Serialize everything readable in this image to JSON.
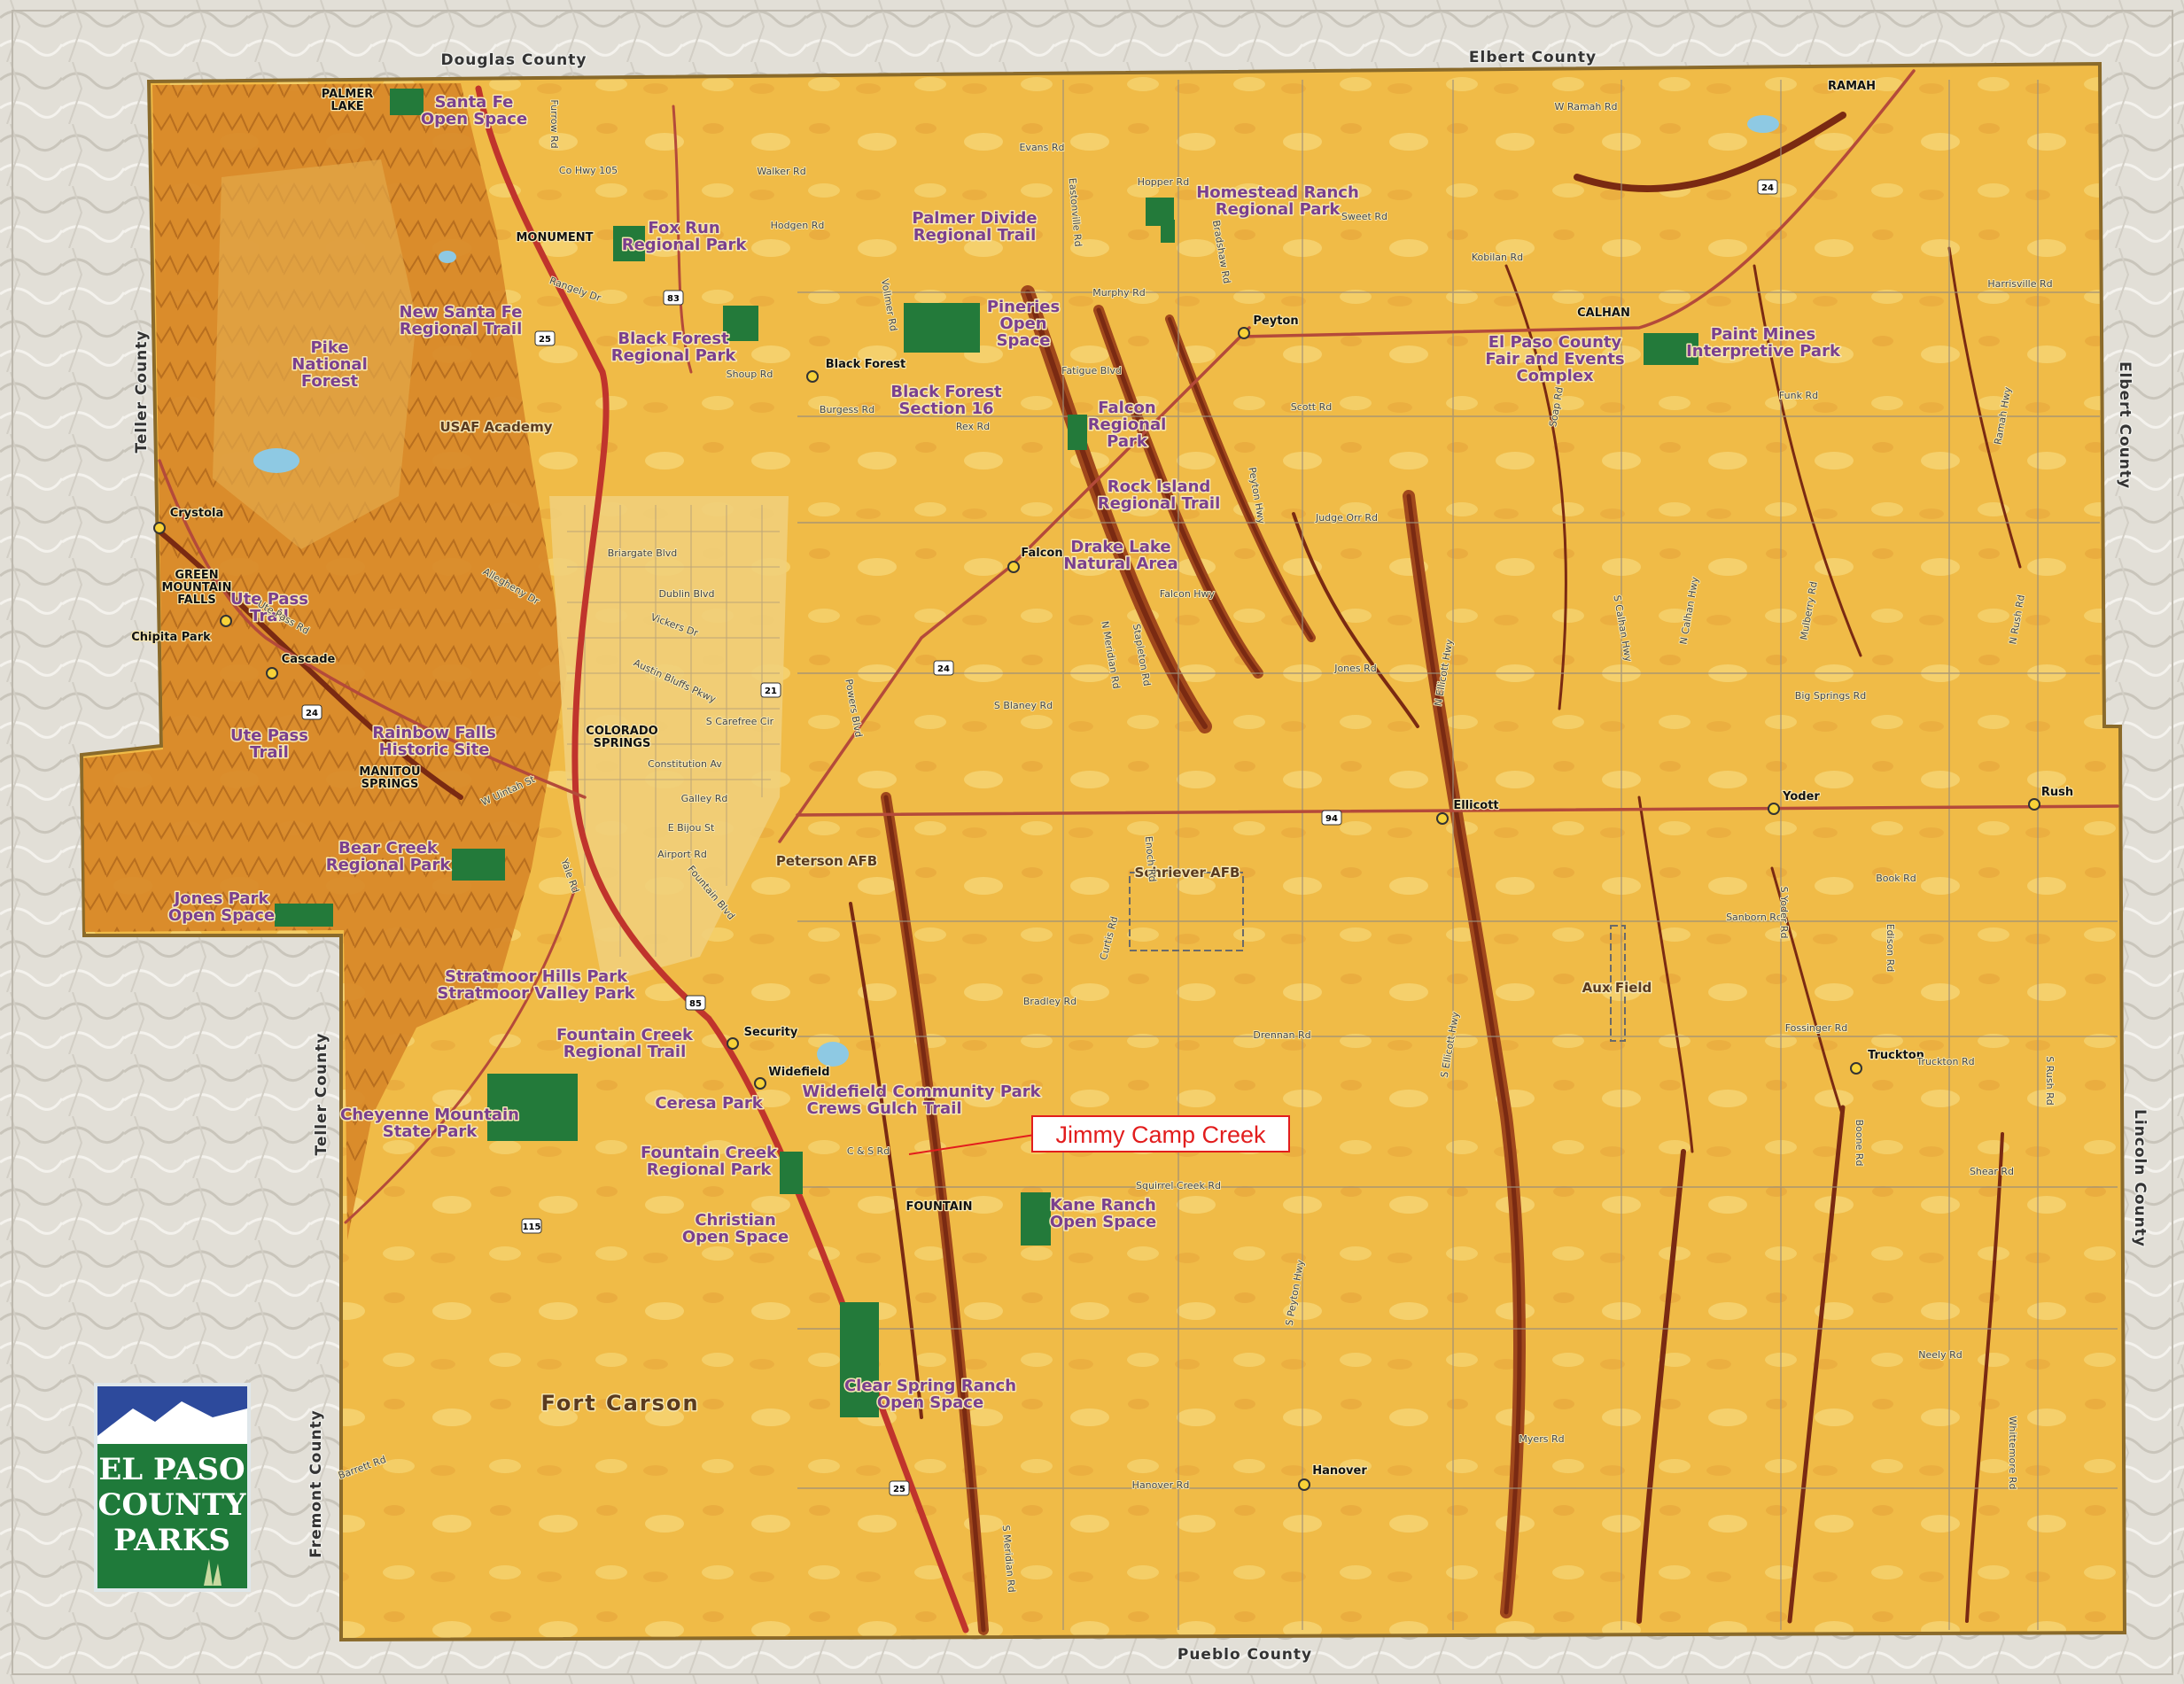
{
  "map_title_logo": {
    "line1": "EL PASO",
    "line2": "COUNTY",
    "line3": "PARKS"
  },
  "callout": {
    "label": "Jimmy Camp Creek",
    "color": "#e21d1d"
  },
  "colors": {
    "land": "#f0bb47",
    "land_light": "#f6d675",
    "valley": "#c46a1f",
    "drainage": "#7a2a12",
    "mountain": "#d98a2a",
    "park": "#237a3a",
    "highway": "#c0342c",
    "park_label": "#7a3f8e",
    "outside": "#e6e3dc"
  },
  "counties": {
    "douglas": "Douglas County",
    "elbert_top": "Elbert County",
    "elbert_right": "Elbert County",
    "teller_top": "Teller County",
    "teller_bottom": "Teller County",
    "fremont": "Fremont County",
    "lincoln": "Lincoln County",
    "pueblo": "Pueblo County"
  },
  "parks": [
    "Santa Fe\nOpen Space",
    "Fox Run\nRegional Park",
    "Palmer Divide\nRegional Trail",
    "Homestead Ranch\nRegional Park",
    "New Santa Fe\nRegional Trail",
    "Black Forest\nRegional Park",
    "Pineries\nOpen\nSpace",
    "El Paso County\nFair and Events\nComplex",
    "Paint Mines\nInterpretive Park",
    "Black Forest\nSection 16",
    "Falcon\nRegional\nPark",
    "Rock Island\nRegional Trail",
    "Drake Lake\nNatural Area",
    "Pike\nNational\nForest",
    "Ute Pass\nTrail",
    "Ute Pass\nTrail",
    "Rainbow Falls\nHistoric Site",
    "Bear Creek\nRegional Park",
    "Jones Park\nOpen Space",
    "Stratmoor Hills Park\nStratmoor Valley Park",
    "Fountain Creek\nRegional Trail",
    "Widefield Community Park",
    "Crews Gulch Trail",
    "Ceresa Park",
    "Cheyenne Mountain\nState Park",
    "Fountain Creek\nRegional Park",
    "Kane Ranch\nOpen Space",
    "Christian\nOpen Space",
    "Clear Spring Ranch\nOpen Space"
  ],
  "towns": [
    "PALMER\nLAKE",
    "MONUMENT",
    "RAMAH",
    "CALHAN",
    "Peyton",
    "Black Forest",
    "Falcon",
    "Crystola",
    "GREEN\nMOUNTAIN\nFALLS",
    "Chipita Park",
    "Cascade",
    "MANITOU\nSPRINGS",
    "COLORADO\nSPRINGS",
    "Security",
    "Widefield",
    "FOUNTAIN",
    "Ellicott",
    "Yoder",
    "Rush",
    "Truckton",
    "Hanover"
  ],
  "military": [
    "USAF Academy",
    "Peterson AFB",
    "Schriever AFB",
    "Aux Field"
  ],
  "fort_carson": "Fort Carson",
  "roads": [
    "W Ramah Rd",
    "Furrow Rd",
    "Co Hwy 105",
    "Walker Rd",
    "Evans Rd",
    "Hodgen Rd",
    "Hopper Rd",
    "Sweet Rd",
    "Kobilan Rd",
    "Rangely Dr",
    "Vollmer Rd",
    "Eastonville Rd",
    "Murphy Rd",
    "Bradshaw Rd",
    "Harrisville Rd",
    "Shoup Rd",
    "Burgess Rd",
    "Fatigue Blvd",
    "Rex Rd",
    "Scott Rd",
    "Funk Rd",
    "Judge Orr Rd",
    "Briargate Blvd",
    "Allegheny Dr",
    "Dublin Blvd",
    "Vickers Dr",
    "Austin Bluffs Pkwy",
    "Falcon Hwy",
    "Jones Rd",
    "Big Springs Rd",
    "S Blaney Rd",
    "S Carefree Cir",
    "Constitution Av",
    "Galley Rd",
    "E Bijou St",
    "Airport Rd",
    "W Uintah St",
    "Fountain Blvd",
    "Book Rd",
    "Sanborn Rd",
    "Bradley Rd",
    "Drennan Rd",
    "Fossinger Rd",
    "Truckton Rd",
    "Squirrel Creek Rd",
    "Shear Rd",
    "Myers Rd",
    "Hanover Rd",
    "Neely Rd",
    "Barrett Rd",
    "C & S Rd",
    "S Peyton Hwy",
    "S Calhan Hwy",
    "S Yoder Rd",
    "Edison Rd",
    "Boone Rd",
    "S Rush Rd",
    "Whittemore Rd",
    "S Ellicott Hwy",
    "N Ellicott Hwy",
    "Curtis Rd",
    "S Meridian Rd",
    "N Calhan Hwy",
    "Mulberry Rd",
    "N Rush Rd",
    "Ramah Hwy",
    "Soap Rd",
    "Peyton Hwy",
    "Enoch Rd",
    "Stapleton Rd",
    "Ute Pass Rd",
    "Yale Rd",
    "Powers Blvd",
    "N Meridian Rd"
  ],
  "route_shields": [
    "83",
    "25",
    "24",
    "24",
    "24",
    "94",
    "85",
    "115",
    "25",
    "21"
  ]
}
